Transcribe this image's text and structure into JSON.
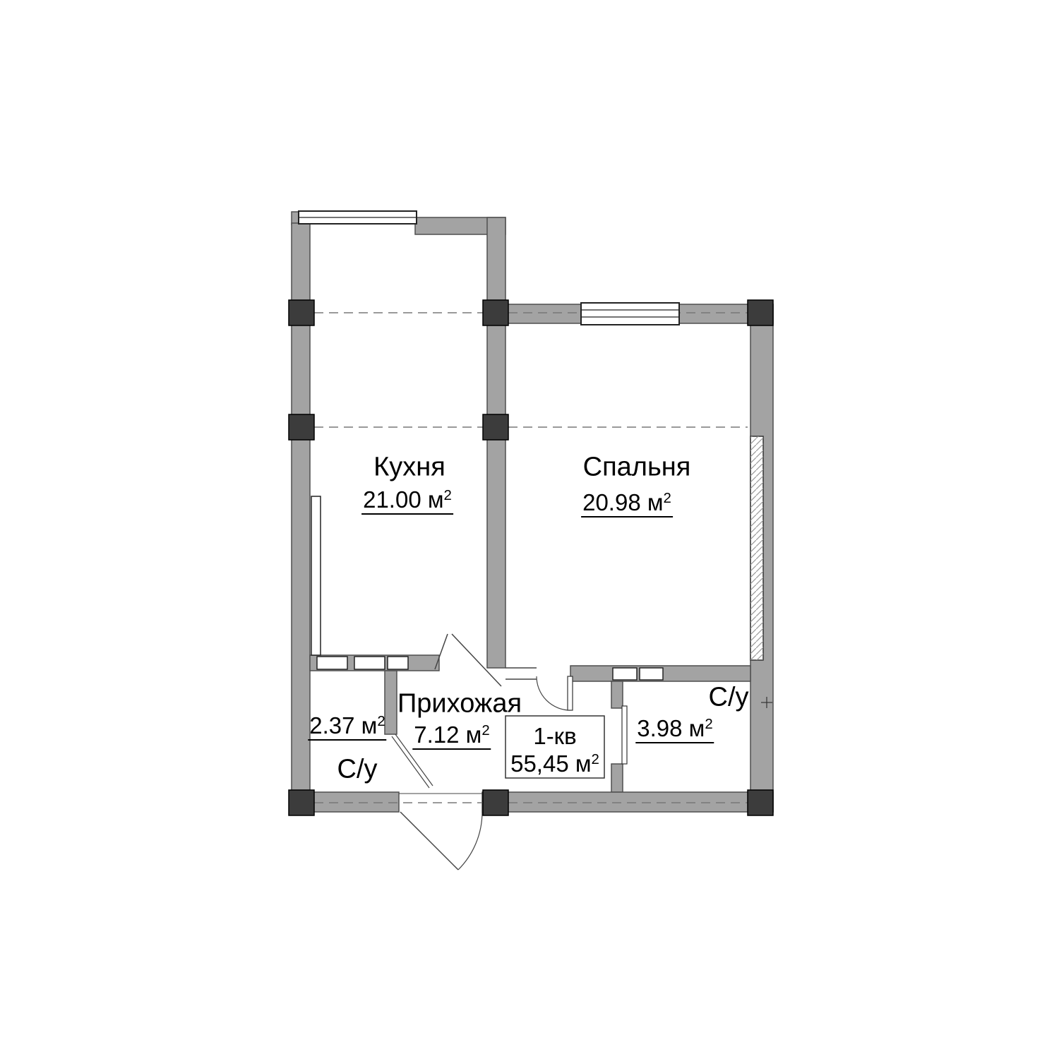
{
  "plan": {
    "rooms": {
      "kitchen": {
        "name": "Кухня",
        "area": "21.00 м",
        "sup": "2"
      },
      "bedroom": {
        "name": "Спальня",
        "area": "20.98 м",
        "sup": "2"
      },
      "hallway": {
        "name": "Прихожая",
        "area": "7.12 м",
        "sup": "2"
      },
      "bathroom_small": {
        "name": "С/у",
        "area": "2.37 м",
        "sup": "2"
      },
      "bathroom_large": {
        "name": "С/у",
        "area": "3.98 м",
        "sup": "2"
      }
    },
    "summary": {
      "apartment": "1-кв",
      "area": "55,45 м",
      "sup": "2"
    },
    "colors": {
      "wall": "#a3a3a3",
      "column": "#3c3c3c",
      "outline": "#4f4f4f",
      "axis": "#787878"
    }
  }
}
